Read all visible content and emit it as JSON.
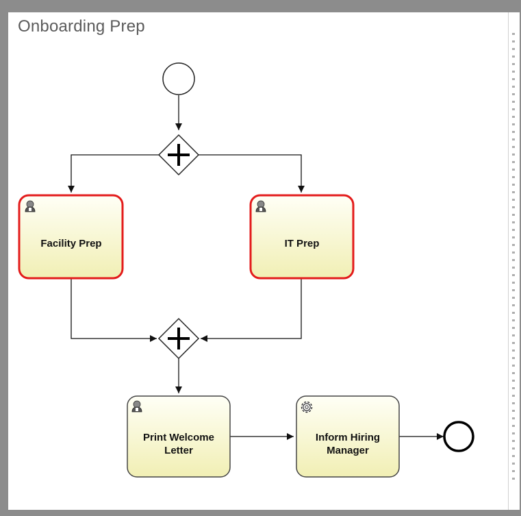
{
  "pool": {
    "title": "Onboarding Prep"
  },
  "tasks": [
    {
      "id": "facility_prep",
      "lines": [
        "Facility Prep"
      ],
      "type": "user",
      "icon": "user-icon",
      "highlighted": true
    },
    {
      "id": "it_prep",
      "lines": [
        "IT Prep"
      ],
      "type": "user",
      "icon": "user-icon",
      "highlighted": true
    },
    {
      "id": "print_welcome_letter",
      "lines": [
        "Print Welcome",
        "Letter"
      ],
      "type": "user",
      "icon": "user-icon",
      "highlighted": false
    },
    {
      "id": "inform_hiring_manager",
      "lines": [
        "Inform Hiring",
        "Manager"
      ],
      "type": "service",
      "icon": "gear-icon",
      "highlighted": false
    }
  ],
  "gateways": [
    {
      "id": "split",
      "type": "parallel"
    },
    {
      "id": "join",
      "type": "parallel"
    }
  ],
  "events": [
    {
      "id": "start",
      "type": "start"
    },
    {
      "id": "end",
      "type": "end"
    }
  ],
  "colors": {
    "task_fill_top": "#fffff4",
    "task_fill_bottom": "#f2f0b8",
    "highlight_stroke": "#e31b1b",
    "normal_stroke": "#333333"
  }
}
